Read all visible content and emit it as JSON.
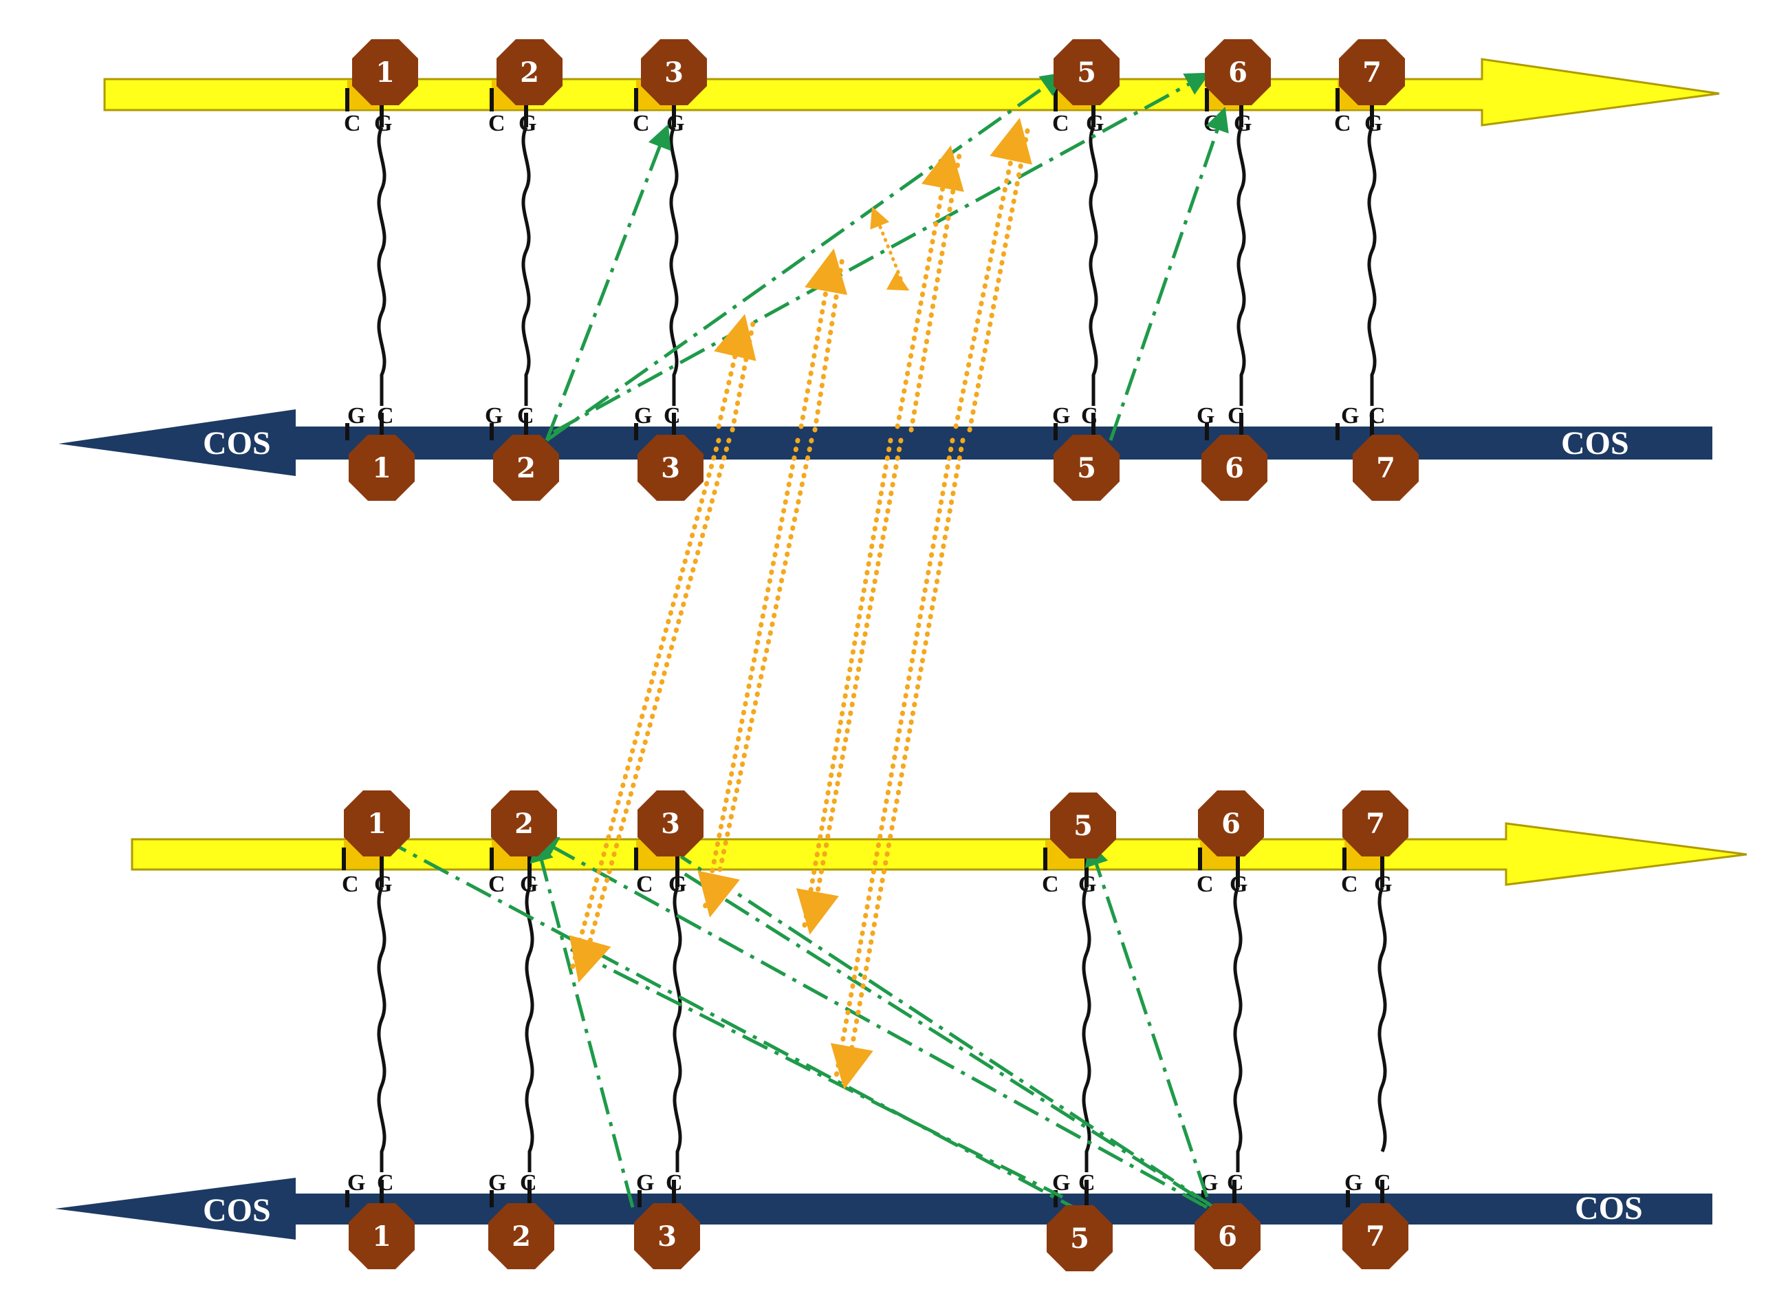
{
  "colors": {
    "yellow_strand": "#ffff19",
    "yellow_outline": "#b09a00",
    "yellow_site": "#f2c200",
    "navy_strand": "#1c3a63",
    "marker_fill": "#8b3a0e",
    "green_link": "#1f9a4a",
    "orange_link": "#f4a81e",
    "helix": "#111111"
  },
  "icons": {
    "marker": "octagon-marker-icon",
    "sense_arrow": "right-arrow-icon",
    "antisense_arrow": "left-arrow-icon"
  },
  "panels": [
    {
      "id": "top",
      "sites": [
        {
          "label": "1",
          "top_c": "C",
          "top_g": "G",
          "bot_g": "G",
          "bot_c": "C",
          "bottom_marker": "1"
        },
        {
          "label": "2",
          "top_c": "C",
          "top_g": "G",
          "bot_g": "G",
          "bot_c": "C",
          "bottom_marker": "2"
        },
        {
          "label": "3",
          "top_c": "C",
          "top_g": "G",
          "bot_g": "G",
          "bot_c": "C",
          "bottom_marker": "3"
        },
        {
          "label": "5",
          "top_c": "C",
          "top_g": "G",
          "bot_g": "G",
          "bot_c": "C",
          "bottom_marker": "5"
        },
        {
          "label": "6",
          "top_c": "C",
          "top_g": "G",
          "bot_g": "G",
          "bot_c": "C",
          "bottom_marker": "6"
        },
        {
          "label": "7",
          "top_c": "C",
          "top_g": "G",
          "bot_g": "G",
          "bot_c": "C",
          "bottom_marker": "7"
        }
      ],
      "cos_left": "COS",
      "cos_right": "COS"
    },
    {
      "id": "bottom",
      "sites": [
        {
          "label": "1",
          "top_c": "C",
          "top_g": "G",
          "bot_g": "G",
          "bot_c": "C",
          "bottom_marker": "1"
        },
        {
          "label": "2",
          "top_c": "C",
          "top_g": "G",
          "bot_g": "G",
          "bot_c": "C",
          "bottom_marker": "2"
        },
        {
          "label": "3",
          "top_c": "C",
          "top_g": "G",
          "bot_g": "G",
          "bot_c": "C",
          "bottom_marker": "3"
        },
        {
          "label": "5",
          "top_c": "C",
          "top_g": "G",
          "bot_g": "G",
          "bot_c": "C",
          "bottom_marker": "5"
        },
        {
          "label": "6",
          "top_c": "C",
          "top_g": "G",
          "bot_g": "G",
          "bot_c": "C",
          "bottom_marker": "6"
        },
        {
          "label": "7",
          "top_c": "C",
          "top_g": "G",
          "bot_g": "G",
          "bot_c": "C",
          "bottom_marker": "7"
        }
      ],
      "cos_left": "COS",
      "cos_right": "COS"
    }
  ]
}
